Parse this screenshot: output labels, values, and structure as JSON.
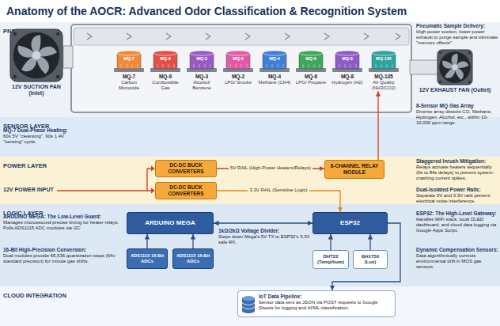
{
  "diagram": {
    "title": "Anatomy of the AOCR: Advanced Odor Classification & Recognition System",
    "nodes": [
      {
        "text": [
          "PNEUMATIC LAYER"
        ]
      },
      {
        "text": [
          "12V SUCTION FAN (Inlet)"
        ]
      },
      {
        "text": [
          "MQ-7",
          "MQ-7",
          "Carbon Monoxide"
        ],
        "in": 0
      },
      {
        "text": [
          "MQ-9",
          "MQ-9",
          "Combustible Gas"
        ],
        "in": 0
      },
      {
        "text": [
          "MQ-3",
          "MQ-3",
          "Alcohol/ Benzene"
        ],
        "in": 0
      },
      {
        "text": [
          "MQ-2",
          "MQ-2",
          "LPG/ Smoke"
        ],
        "in": 0
      },
      {
        "text": [
          "MQ-4",
          "MQ-4",
          "Methane (CH4)"
        ],
        "in": 0
      },
      {
        "text": [
          "MQ-6",
          "MQ-6",
          "LPG/ Propane"
        ],
        "in": 0
      },
      {
        "text": [
          "MQ-8",
          "MQ-8",
          "Hydrogen (H2)"
        ],
        "in": 0
      },
      {
        "text": [
          "MQ-135",
          "MQ-135",
          "Air Quality (NH3/CO2)"
        ],
        "in": 0
      },
      {
        "text": [
          "12V EXHAUST FAN (Outlet)"
        ]
      },
      {
        "text": [
          "SENSOR LAYER"
        ]
      },
      {
        "text": [
          "POWER LAYER"
        ]
      },
      {
        "text": [
          "DC-DC BUCK CONVERTERS"
        ],
        "in": 12
      },
      {
        "text": [
          "DC-DC BUCK CONVERTERS"
        ],
        "in": 12
      },
      {
        "text": [
          "8-CHANNEL RELAY MODULE"
        ],
        "in": 12
      },
      {
        "text": [
          "LOGIC LAYER"
        ]
      },
      {
        "text": [
          "ARDUINO MEGA"
        ],
        "in": 16
      },
      {
        "text": [
          "ESP32"
        ],
        "in": 16
      },
      {
        "text": [
          "ADS1115 16-Bit ADCs"
        ],
        "in": 16
      },
      {
        "text": [
          "ADS1115 16-Bit ADCs"
        ],
        "in": 16
      },
      {
        "text": [
          "DHT22 (Temp/hum)"
        ],
        "in": 16
      },
      {
        "text": [
          "BH1750 (Lux)"
        ],
        "in": 16
      },
      {
        "text": [
          "CLOUD INTEGRATION"
        ]
      },
      {
        "text": [
          "IoT Data Pipeline:",
          "Sensor data sent as JSON via POST requests to Google Sheets for logging and AI/ML classification."
        ],
        "in": 23
      }
    ],
    "edges": [
      {
        "from": 13,
        "to": 15,
        "label": "5V RAIL (High-Power Heaters/Relays)",
        "arrow": "to"
      },
      {
        "from": 14,
        "to": 18,
        "label": "3.3V RAIL (Sensitive Logic)",
        "arrow": "to"
      },
      {
        "from": 15,
        "to": 9,
        "arrow": "to"
      },
      {
        "from": 17,
        "to": 18,
        "arrow": "both"
      },
      {
        "from": 19,
        "to": 17,
        "arrow": "to"
      },
      {
        "from": 20,
        "to": 17,
        "arrow": "to"
      },
      {
        "from": 21,
        "to": 18,
        "arrow": "to"
      },
      {
        "from": 22,
        "to": 18,
        "arrow": "to"
      },
      {
        "from": 18,
        "to": 24,
        "arrow": "to"
      }
    ],
    "labels": [
      "MQ-7 Dual-Phase Heating:",
      "60s 5V \"cleansing\", 90s 1.4V \"sensing\" cycle.",
      "12V POWER INPUT",
      "ARDUINO MEGA: The Low-Level Guard:",
      "Manages microsecond-precise timing for heater relays. Polls ADS1115 ADC modules via I2C",
      "16-Bit High-Precision Conversion:",
      "Dual modules provide 65,536 quantization steps (64x standard precision) for minute gas shifts.",
      "Pneumatic Sample Delivery:",
      "High power suction, lower power exhaust to purge sample and eliminate \"memory effects\".",
      "8-Sensor MQ Gas Array",
      "Diverse array detects CO, Methane, Hydrogen, Alcohol, etc., within 10-10,000 ppm range.",
      "Staggered Inrush Mitigation:",
      "Relays activate heaters sequentially (0s to 84s delays) to prevent system-crashing current spikes.",
      "Dual-Isolated Power Rails:",
      "Separate 5V and 3.3V rails prevent electrical noise interference.",
      "ESP32: The High-Level Gateway:",
      "Handles WiFi stack, local OLED dashboard, and cloud data logging via Google Apps Script.",
      "Dynamic Compensation Sensors:",
      "Data algorithmically corrects environmental drift in MOS gas sensors.",
      "1kΩ/2kΩ Voltage Divider:",
      "Steps down Mega's 5V TX to ESP32's 3.3V safe RX."
    ]
  }
}
